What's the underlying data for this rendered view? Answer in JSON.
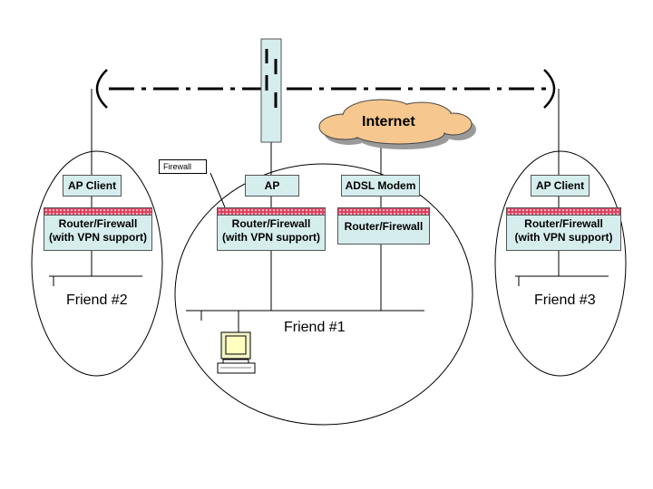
{
  "friend1": {
    "label": "Friend #1",
    "ap": "AP",
    "adsl_modem": "ADSL Modem",
    "router_vpn_line1": "Router/Firewall",
    "router_vpn_line2": "(with VPN support)",
    "router_adsl": "Router/Firewall"
  },
  "friend2": {
    "label": "Friend #2",
    "ap_client": "AP Client",
    "router_line1": "Router/Firewall",
    "router_line2": "(with VPN support)"
  },
  "friend3": {
    "label": "Friend #3",
    "ap_client": "AP Client",
    "router_line1": "Router/Firewall",
    "router_line2": "(with VPN support)"
  },
  "internet": "Internet",
  "callout": "Firewall",
  "colors": {
    "box_fill": "#d6edee",
    "firewall_stripe": "#e04060",
    "cloud_fill": "#f6c78f",
    "cloud_shadow": "#9a9a9a"
  }
}
